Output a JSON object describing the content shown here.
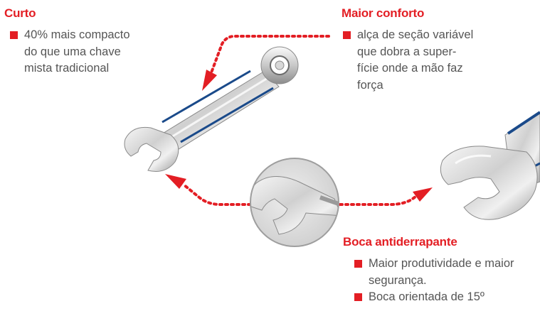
{
  "colors": {
    "accent_red": "#e31e24",
    "body_text": "#555555",
    "metal_light": "#f2f2f2",
    "metal_mid": "#bfbfbf",
    "metal_dark": "#7a7a7a",
    "blue_edge": "#1a4a8a"
  },
  "sections": {
    "curto": {
      "title": "Curto",
      "bullets": [
        {
          "lines": [
            "40% mais compacto",
            "do que uma chave",
            "mista tradicional"
          ]
        }
      ]
    },
    "conforto": {
      "title": "Maior conforto",
      "bullets": [
        {
          "lines": [
            "alça de seção variável",
            "que dobra a super-",
            "fície onde a mão faz",
            "força"
          ]
        }
      ]
    },
    "boca": {
      "title": "Boca antiderrapante",
      "bullets": [
        {
          "lines": [
            "Maior produtividade e maior",
            "segurança."
          ]
        },
        {
          "lines": [
            "Boca orientada de 15º"
          ]
        }
      ]
    }
  }
}
